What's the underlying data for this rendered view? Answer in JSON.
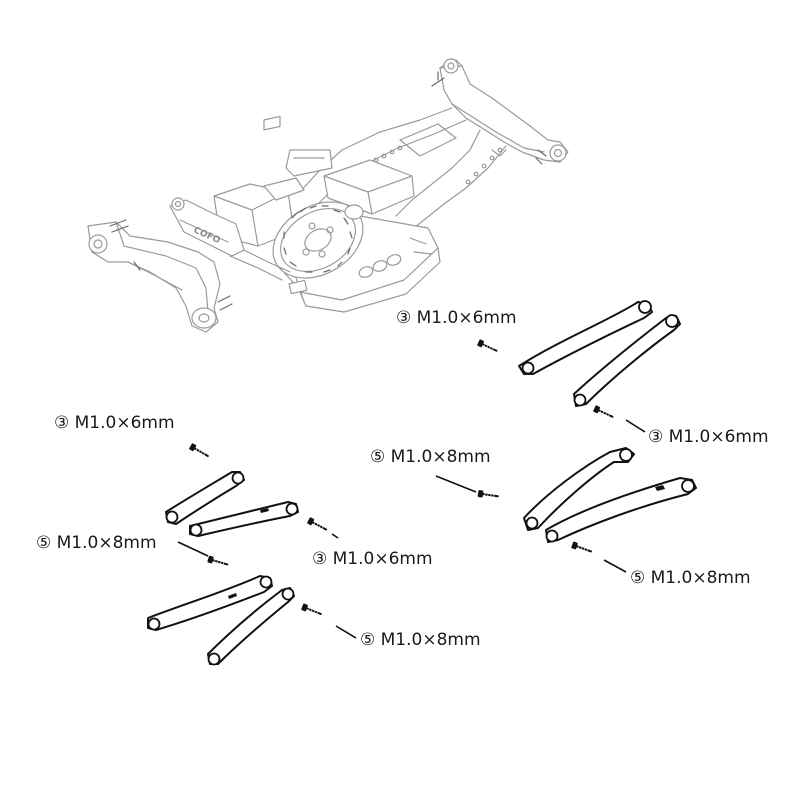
{
  "callouts": [
    {
      "id": "c1",
      "text": "③ M1.0×6mm"
    },
    {
      "id": "c2",
      "text": "③ M1.0×6mm"
    },
    {
      "id": "c3",
      "text": "⑤ M1.0×8mm"
    },
    {
      "id": "c4",
      "text": "③ M1.0×6mm"
    },
    {
      "id": "c5",
      "text": "⑤ M1.0×8mm"
    },
    {
      "id": "c6",
      "text": "③ M1.0×6mm"
    },
    {
      "id": "c7",
      "text": "⑤ M1.0×8mm"
    },
    {
      "id": "c8",
      "text": "⑤ M1.0×8mm"
    }
  ],
  "chassis": {
    "logo_text": "COFO"
  },
  "colors": {
    "parts": "#111111",
    "chassis": "#9a9a9a",
    "background": "#ffffff"
  }
}
